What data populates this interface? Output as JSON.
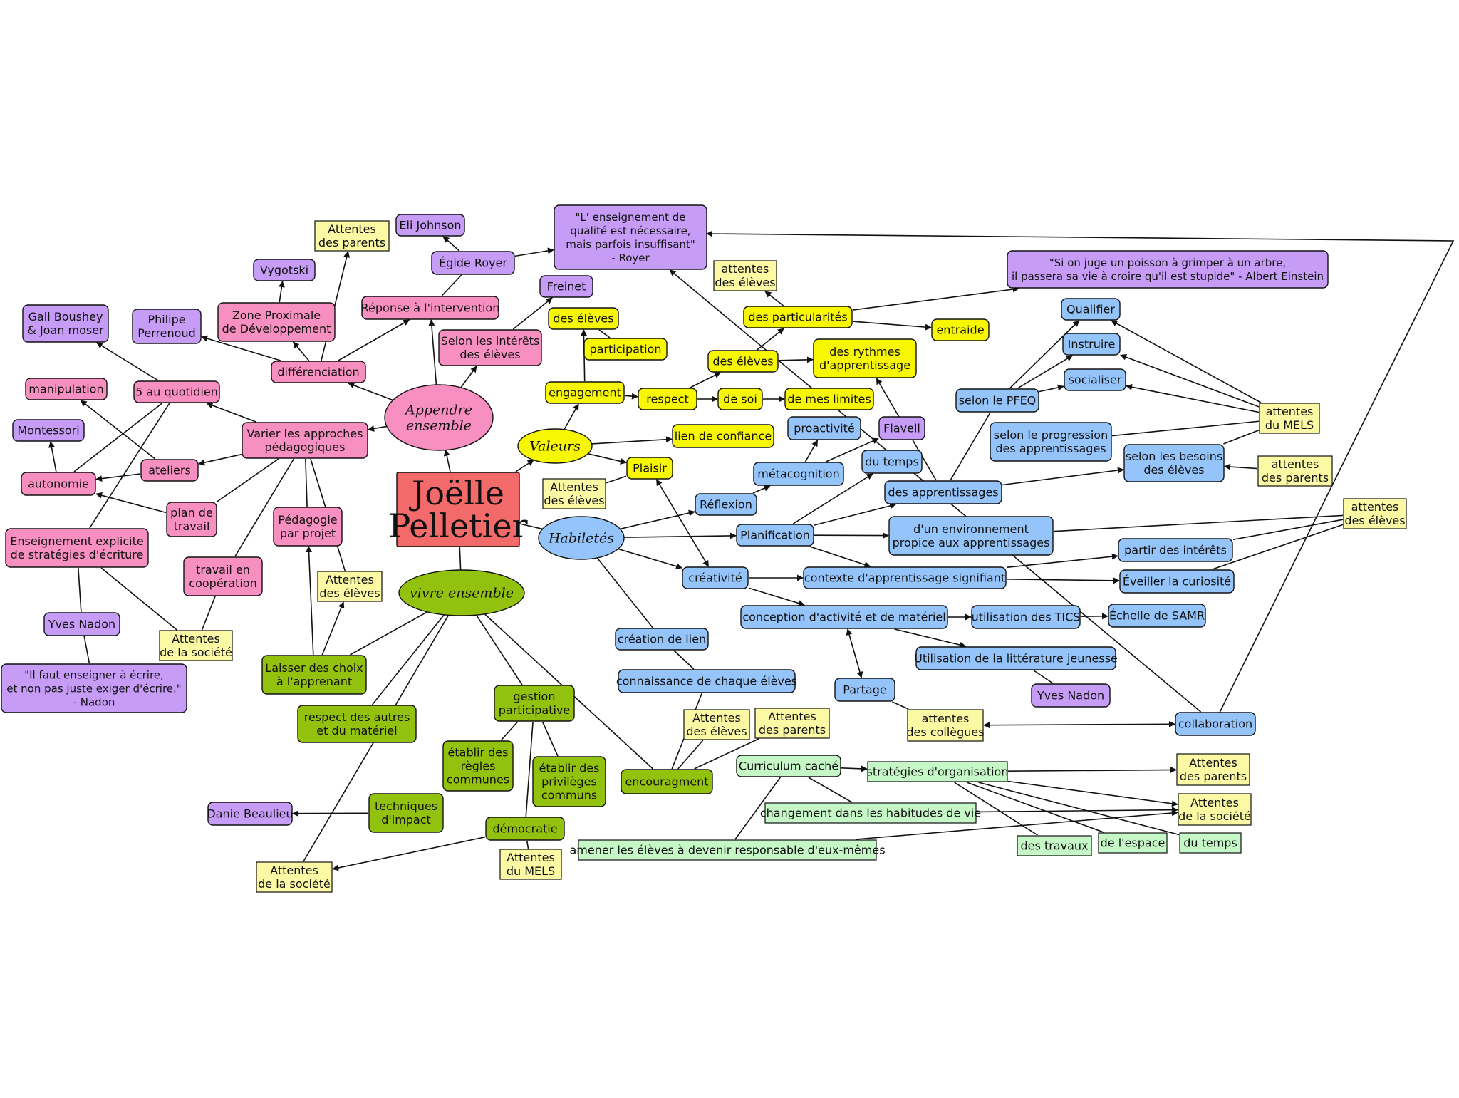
{
  "colors": {
    "pink": "#f78fc0",
    "purple": "#c69cf6",
    "yellow": "#f7f704",
    "blue": "#94c4fa",
    "green": "#93c20e",
    "lightgreen": "#c6f7c6",
    "paleyellow": "#fbf9a4",
    "center": "#f36a6a"
  },
  "nodes": {
    "center": "Joëlle Pelletier",
    "appendre": "Appendre ensemble",
    "vivre": "vivre ensemble",
    "valeurs": "Valeurs",
    "habiletes": "Habiletés",
    "different": "différenciation",
    "varier": "Varier les approches pédagogiques",
    "reponse": "Réponse à l'intervention",
    "egide": "Égide Royer",
    "eli": "Eli Johnson",
    "attParents1": "Attentes des parents",
    "vygotski": "Vygotski",
    "zpd": "Zone Proximale de Développement",
    "perrenoud": "Philipe Perrenoud",
    "gail": "Gail Boushey & Joan moser",
    "cinq": "5 au quotidien",
    "manip": "manipulation",
    "montessori": "Montessori",
    "autonomie": "autonomie",
    "ateliers": "ateliers",
    "plan": "plan de travail",
    "ensExpl": "Enseignement explicite de stratégies d'écriture",
    "pedaProjet": "Pédagogie par projet",
    "travailCoop": "travail en coopération",
    "attEleves1": "Attentes des élèves",
    "attSociete1": "Attentes de la société",
    "yvesNadon1": "Yves Nadon",
    "nadonQuote": "\"Il faut enseigner à écrire, et non pas juste exiger d'écrire.\" - Nadon",
    "selonInterets": "Selon les intérêts des élèves",
    "freinet": "Freinet",
    "royerQuote": "\"L' enseignement de qualité est nécessaire, mais parfois insuffisant\" - Royer",
    "desEleves": "des élèves",
    "participation": "participation",
    "engagement": "engagement",
    "respect": "respect",
    "deSoi": "de soi",
    "limites": "de mes limites",
    "lienConf": "lien de confiance",
    "plaisir": "Plaisir",
    "attEleves2": "Attentes des élèves",
    "attEleves3": "attentes des élèves",
    "particularites": "des particularités",
    "desEleves2": "des élèves",
    "rythmes": "des rythmes d'apprentissage",
    "entraide": "entraide",
    "einstein": "\"Si on juge un poisson à grimper à un arbre, il passera sa vie à croire qu'il est stupide\" - Albert Einstein",
    "qualifier": "Qualifier",
    "instruire": "Instruire",
    "socialiser": "socialiser",
    "selonPfeq": "selon le PFEQ",
    "attMels1": "attentes du MELS",
    "progression": "selon le progression des apprentissages",
    "besoins": "selon les besoins des élèves",
    "attParents2": "attentes des parents",
    "proactivite": "proactivité",
    "flavell": "Flavell",
    "metacog": "métacognition",
    "duTemps": "du temps",
    "apprentissages": "des apprentissages",
    "reflexion": "Réflexion",
    "planification": "Planification",
    "environnement": "d'un environnement propice aux apprentissages",
    "attEleves4": "attentes des élèves",
    "partirInterets": "partir des intérêts",
    "creativite": "créativité",
    "contexte": "contexte d'apprentissage signifiant",
    "curiosite": "Éveiller la curiosité",
    "conception": "conception d'activité et de matériel",
    "tics": "utilisation des TICS",
    "samr": "Échelle de SAMR",
    "litterature": "Utilisation de la littérature jeunesse",
    "yvesNadon2": "Yves Nadon",
    "creationLien": "création de lien",
    "connaissance": "connaissance de chaque élèves",
    "partage": "Partage",
    "attCollegues": "attentes des collègues",
    "collaboration": "collaboration",
    "attEleves5": "Attentes des élèves",
    "attParents3": "Attentes des parents",
    "laisserChoix": "Laisser des choix à l'apprenant",
    "respectAutres": "respect des autres et du matériel",
    "gestion": "gestion participative",
    "regles": "établir des règles communes",
    "privileges": "établir des privilèges communs",
    "encouragement": "encouragment",
    "techniques": "techniques d'impact",
    "danie": "Danie Beaulieu",
    "democratie": "démocratie",
    "attMels2": "Attentes du MELS",
    "attSociete2": "Attentes de la société",
    "curriculum": "Curriculum caché",
    "strategies": "stratégies d'organisation",
    "changement": "changement dans les habitudes de vie",
    "amener": "amener les élèves à devenir responsable d'eux-mêmes",
    "attParents4": "Attentes des parents",
    "attSociete3": "Attentes de la société",
    "travaux": "des travaux",
    "espace": "de l'espace",
    "temps2": "du temps"
  }
}
